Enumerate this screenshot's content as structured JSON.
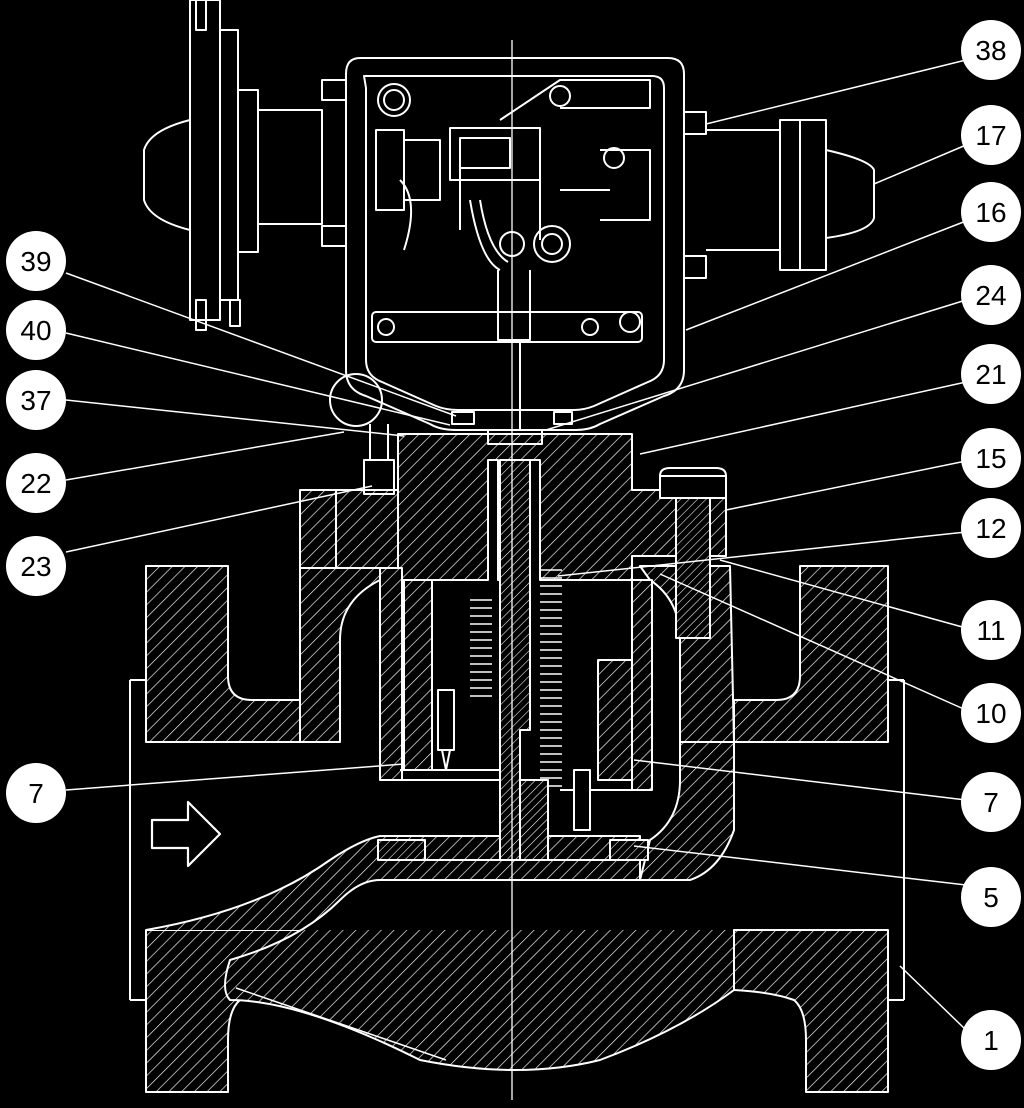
{
  "callouts": {
    "c38": "38",
    "c17": "17",
    "c16": "16",
    "c39": "39",
    "c24": "24",
    "c40": "40",
    "c21": "21",
    "c37": "37",
    "c15": "15",
    "c22": "22",
    "c12": "12",
    "c23": "23",
    "c11": "11",
    "c10": "10",
    "c7l": "7",
    "c7r": "7",
    "c5": "5",
    "c1": "1"
  },
  "colors": {
    "background": "#000000",
    "line": "#ffffff"
  }
}
